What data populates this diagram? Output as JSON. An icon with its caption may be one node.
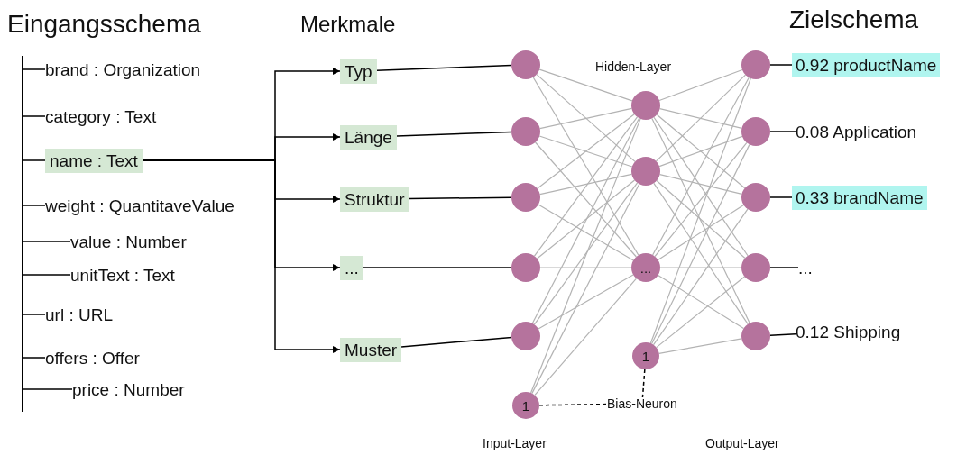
{
  "diagram": {
    "nodes": [
      {
        "text": [
          "brand : Organization"
        ]
      },
      {
        "text": [
          "category : Text"
        ]
      },
      {
        "text": [
          "name : Text"
        ]
      },
      {
        "text": [
          "weight : QuantitaveValue"
        ]
      },
      {
        "text": [
          "value : Number"
        ]
      },
      {
        "text": [
          "unitText : Text"
        ]
      },
      {
        "text": [
          "url : URL"
        ]
      },
      {
        "text": [
          "offers : Offer"
        ]
      },
      {
        "text": [
          "price : Number"
        ]
      },
      {
        "text": [
          "Typ"
        ]
      },
      {
        "text": [
          "Länge"
        ]
      },
      {
        "text": [
          "Struktur"
        ]
      },
      {
        "text": [
          "..."
        ]
      },
      {
        "text": [
          "Muster"
        ]
      },
      {
        "text": [],
        "shape": "circle"
      },
      {
        "text": [],
        "shape": "circle"
      },
      {
        "text": [],
        "shape": "circle"
      },
      {
        "text": [],
        "shape": "circle"
      },
      {
        "text": [],
        "shape": "circle"
      },
      {
        "text": [
          "1"
        ]
      },
      {
        "text": [],
        "shape": "circle"
      },
      {
        "text": [],
        "shape": "circle"
      },
      {
        "text": [
          "..."
        ]
      },
      {
        "text": [
          "1"
        ]
      },
      {
        "text": [],
        "shape": "circle"
      },
      {
        "text": [],
        "shape": "circle"
      },
      {
        "text": [],
        "shape": "circle"
      },
      {
        "text": [],
        "shape": "circle"
      },
      {
        "text": [],
        "shape": "circle"
      },
      {
        "text": [
          "0.92 productName"
        ]
      },
      {
        "text": [
          "0.08 Application"
        ]
      },
      {
        "text": [
          "0.33 brandName"
        ]
      },
      {
        "text": [
          "..."
        ]
      },
      {
        "text": [
          "0.12 Shipping"
        ]
      },
      {
        "text": [
          "Bias-Neuron"
        ]
      },
      {
        "text": [],
        "shape": "bar"
      }
    ],
    "edges": [
      {
        "from": 2,
        "to": 9,
        "arrow": "to",
        "color": "#000000"
      },
      {
        "from": 2,
        "to": 10,
        "arrow": "to",
        "color": "#000000"
      },
      {
        "from": 2,
        "to": 11,
        "arrow": "to",
        "color": "#000000"
      },
      {
        "from": 2,
        "to": 12,
        "arrow": "to",
        "color": "#000000"
      },
      {
        "from": 2,
        "to": 13,
        "arrow": "to",
        "color": "#000000"
      },
      {
        "from": 9,
        "to": 14,
        "arrow": "none",
        "color": "#000000"
      },
      {
        "from": 10,
        "to": 15,
        "arrow": "none",
        "color": "#000000"
      },
      {
        "from": 11,
        "to": 16,
        "arrow": "none",
        "color": "#000000"
      },
      {
        "from": 12,
        "to": 17,
        "arrow": "none",
        "color": "#000000"
      },
      {
        "from": 13,
        "to": 18,
        "arrow": "none",
        "color": "#000000"
      },
      {
        "from": 14,
        "to": 20,
        "arrow": "none"
      },
      {
        "from": 14,
        "to": 21,
        "arrow": "none"
      },
      {
        "from": 14,
        "to": 22,
        "arrow": "none"
      },
      {
        "from": 15,
        "to": 20,
        "arrow": "none"
      },
      {
        "from": 15,
        "to": 21,
        "arrow": "none"
      },
      {
        "from": 15,
        "to": 22,
        "arrow": "none"
      },
      {
        "from": 16,
        "to": 20,
        "arrow": "none"
      },
      {
        "from": 16,
        "to": 21,
        "arrow": "none"
      },
      {
        "from": 16,
        "to": 22,
        "arrow": "none"
      },
      {
        "from": 17,
        "to": 20,
        "arrow": "none"
      },
      {
        "from": 17,
        "to": 21,
        "arrow": "none"
      },
      {
        "from": 17,
        "to": 22,
        "arrow": "none"
      },
      {
        "from": 18,
        "to": 20,
        "arrow": "none"
      },
      {
        "from": 18,
        "to": 21,
        "arrow": "none"
      },
      {
        "from": 18,
        "to": 22,
        "arrow": "none"
      },
      {
        "from": 19,
        "to": 20,
        "arrow": "none"
      },
      {
        "from": 19,
        "to": 21,
        "arrow": "none"
      },
      {
        "from": 19,
        "to": 22,
        "arrow": "none"
      },
      {
        "from": 20,
        "to": 24,
        "arrow": "none"
      },
      {
        "from": 20,
        "to": 25,
        "arrow": "none"
      },
      {
        "from": 20,
        "to": 26,
        "arrow": "none"
      },
      {
        "from": 20,
        "to": 27,
        "arrow": "none"
      },
      {
        "from": 20,
        "to": 28,
        "arrow": "none"
      },
      {
        "from": 21,
        "to": 24,
        "arrow": "none"
      },
      {
        "from": 21,
        "to": 25,
        "arrow": "none"
      },
      {
        "from": 21,
        "to": 26,
        "arrow": "none"
      },
      {
        "from": 21,
        "to": 27,
        "arrow": "none"
      },
      {
        "from": 21,
        "to": 28,
        "arrow": "none"
      },
      {
        "from": 22,
        "to": 24,
        "arrow": "none"
      },
      {
        "from": 22,
        "to": 25,
        "arrow": "none"
      },
      {
        "from": 22,
        "to": 26,
        "arrow": "none"
      },
      {
        "from": 22,
        "to": 27,
        "arrow": "none"
      },
      {
        "from": 22,
        "to": 28,
        "arrow": "none"
      },
      {
        "from": 23,
        "to": 24,
        "arrow": "none"
      },
      {
        "from": 23,
        "to": 25,
        "arrow": "none"
      },
      {
        "from": 23,
        "to": 26,
        "arrow": "none"
      },
      {
        "from": 23,
        "to": 27,
        "arrow": "none"
      },
      {
        "from": 23,
        "to": 28,
        "arrow": "none"
      },
      {
        "from": 24,
        "to": 29,
        "arrow": "none",
        "color": "#000000"
      },
      {
        "from": 25,
        "to": 30,
        "arrow": "none",
        "color": "#000000"
      },
      {
        "from": 26,
        "to": 31,
        "arrow": "none",
        "color": "#000000"
      },
      {
        "from": 27,
        "to": 32,
        "arrow": "none",
        "color": "#000000"
      },
      {
        "from": 28,
        "to": 33,
        "arrow": "none",
        "color": "#000000"
      },
      {
        "from": 19,
        "to": 34,
        "arrow": "none",
        "style": "dashed",
        "color": "#000000"
      },
      {
        "from": 23,
        "to": 34,
        "arrow": "none",
        "style": "dashed",
        "color": "#000000"
      },
      {
        "from": 35,
        "to": 0,
        "arrow": "none",
        "color": "#000000"
      },
      {
        "from": 35,
        "to": 1,
        "arrow": "none",
        "color": "#000000"
      },
      {
        "from": 35,
        "to": 2,
        "arrow": "none",
        "color": "#000000"
      },
      {
        "from": 35,
        "to": 3,
        "arrow": "none",
        "color": "#000000"
      },
      {
        "from": 35,
        "to": 4,
        "arrow": "none",
        "color": "#000000"
      },
      {
        "from": 35,
        "to": 5,
        "arrow": "none",
        "color": "#000000"
      },
      {
        "from": 35,
        "to": 6,
        "arrow": "none",
        "color": "#000000"
      },
      {
        "from": 35,
        "to": 7,
        "arrow": "none",
        "color": "#000000"
      },
      {
        "from": 35,
        "to": 8,
        "arrow": "none",
        "color": "#000000"
      }
    ],
    "labels": [
      "Eingangsschema",
      "Merkmale",
      "Zielschema",
      "Hidden-Layer",
      "Input-Layer",
      "Output-Layer"
    ]
  }
}
